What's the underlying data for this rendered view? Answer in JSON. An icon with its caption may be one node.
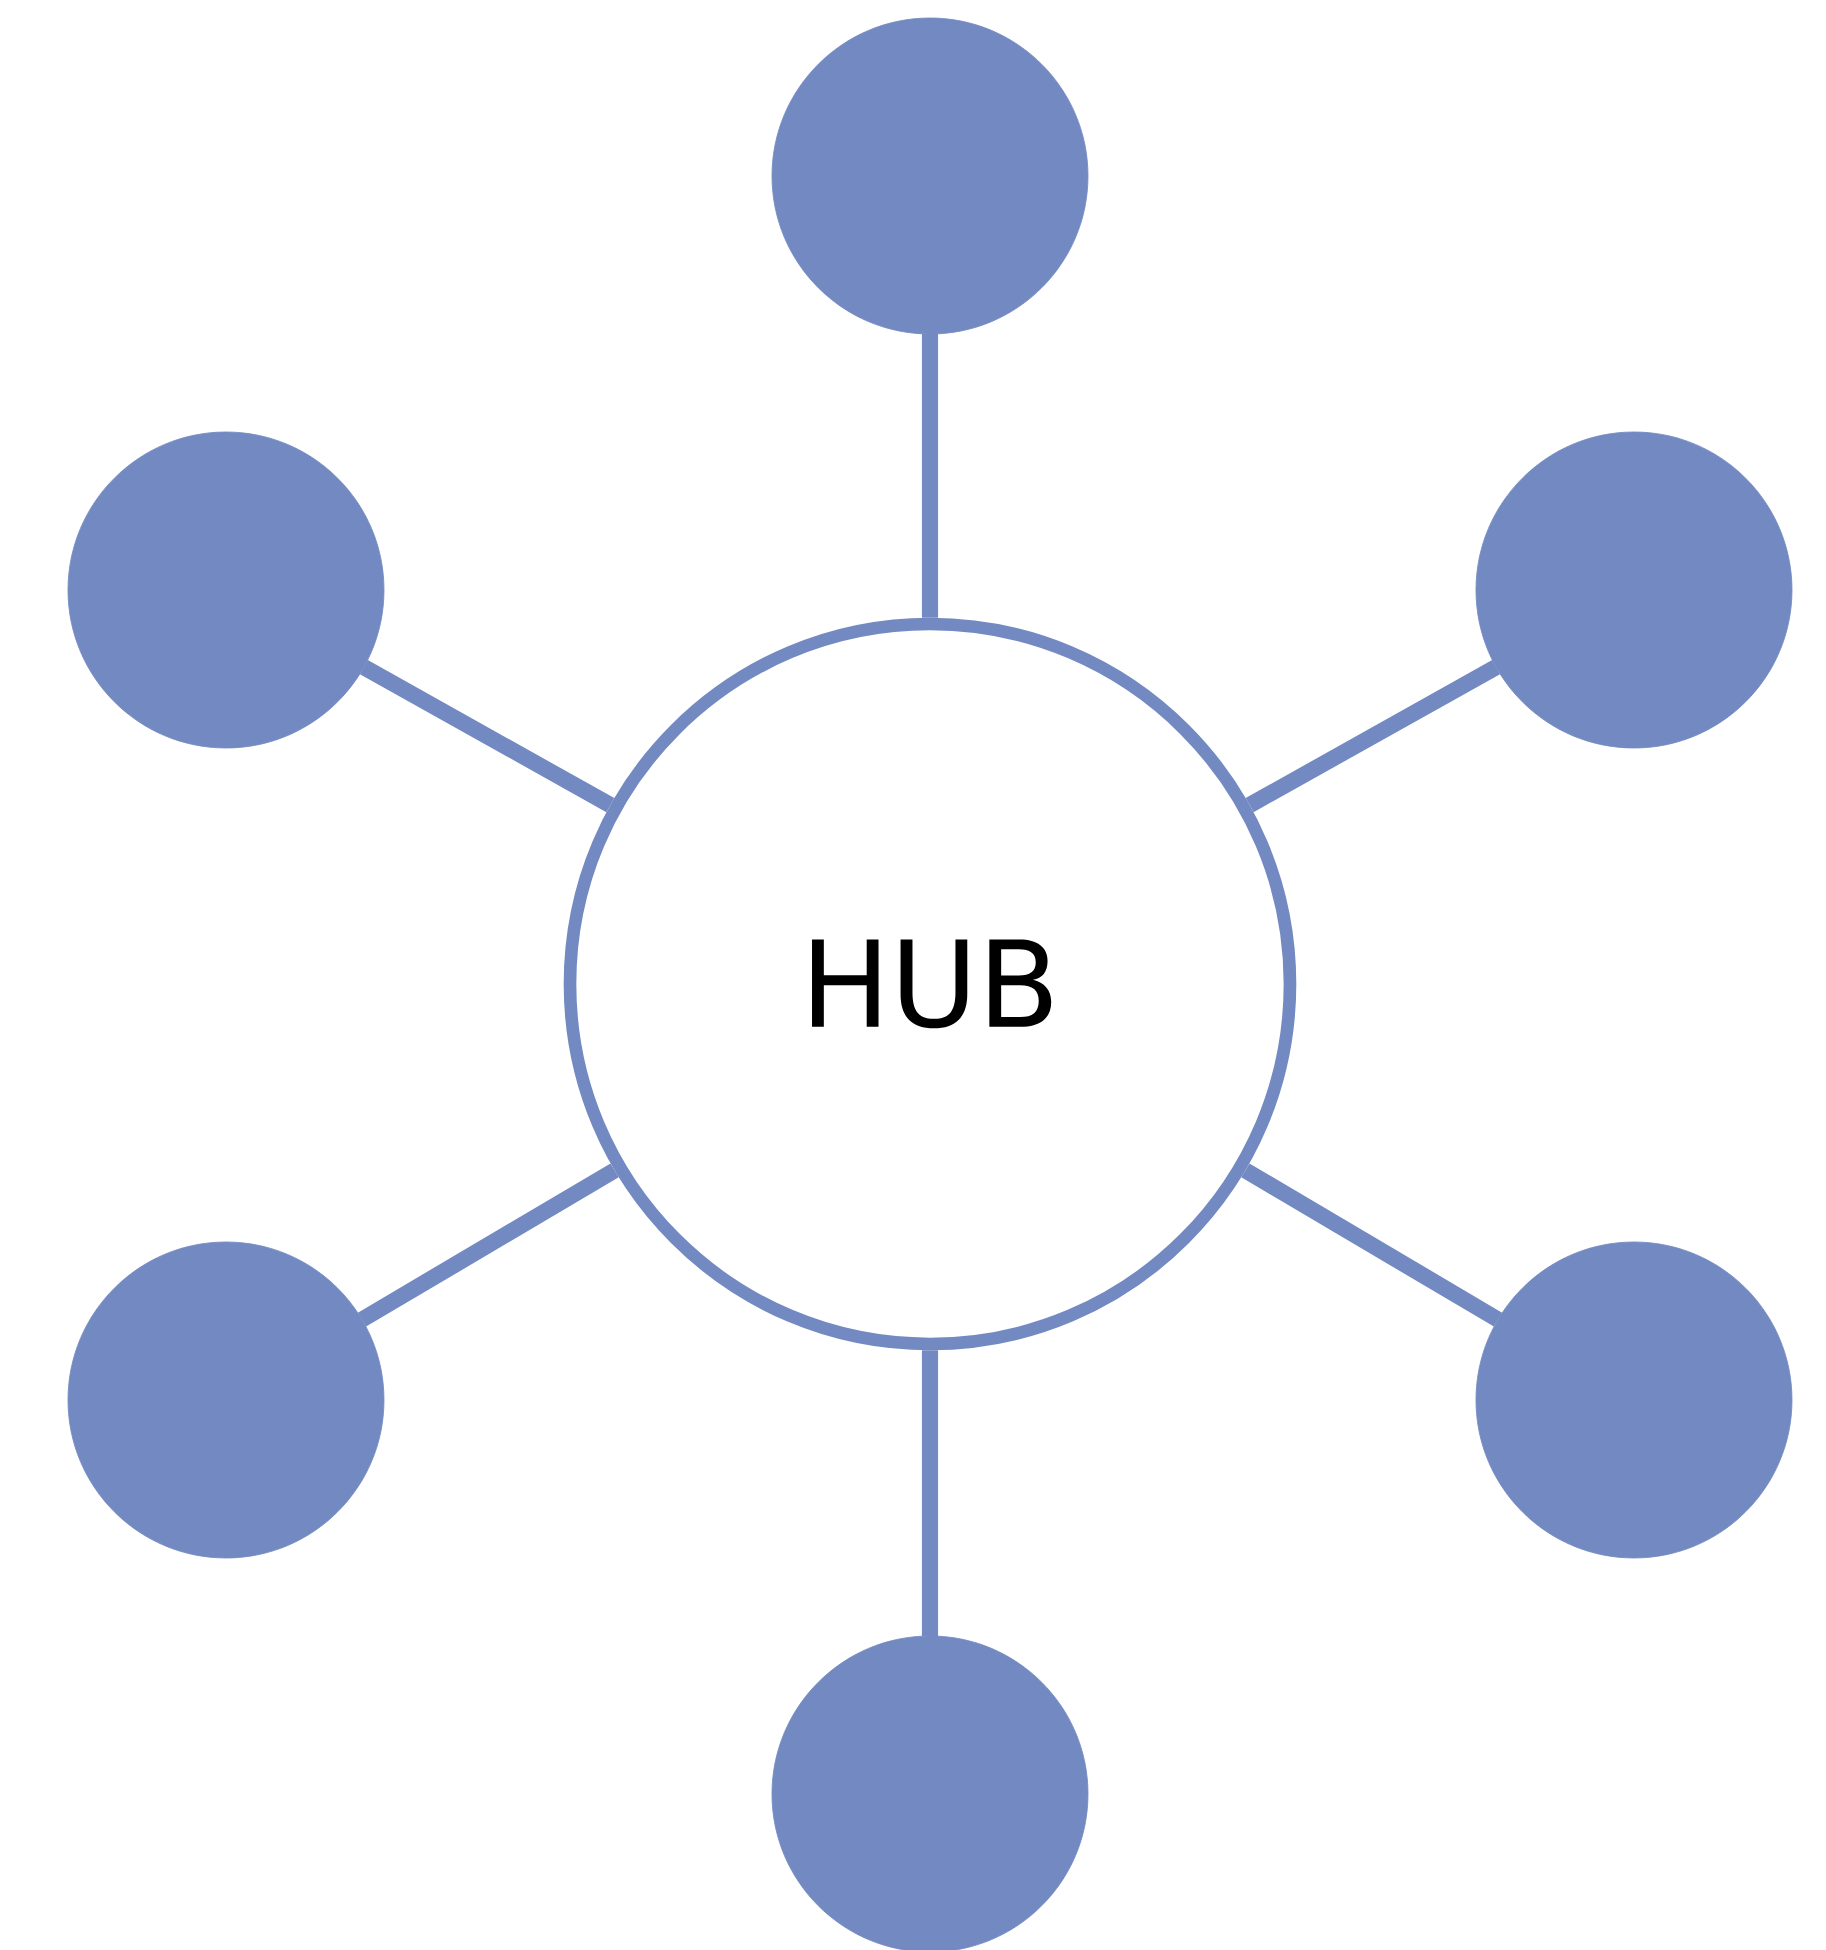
{
  "diagram": {
    "nodes": [
      {
        "text": [
          "HUB"
        ]
      },
      {
        "text": [],
        "shape": "circle"
      },
      {
        "text": [],
        "shape": "circle"
      },
      {
        "text": [],
        "shape": "circle"
      },
      {
        "text": [],
        "shape": "circle"
      },
      {
        "text": [],
        "shape": "circle"
      },
      {
        "text": [],
        "shape": "circle"
      }
    ],
    "edges": [
      {
        "from": 0,
        "to": 1,
        "arrow": "none"
      },
      {
        "from": 0,
        "to": 2,
        "arrow": "none"
      },
      {
        "from": 0,
        "to": 3,
        "arrow": "none"
      },
      {
        "from": 0,
        "to": 4,
        "arrow": "none"
      },
      {
        "from": 0,
        "to": 5,
        "arrow": "none"
      },
      {
        "from": 0,
        "to": 6,
        "arrow": "none"
      }
    ]
  }
}
